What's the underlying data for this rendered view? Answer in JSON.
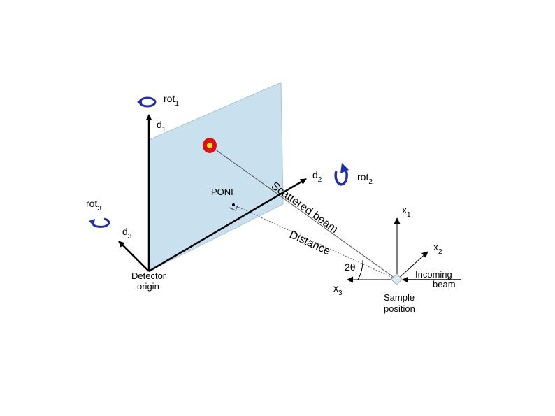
{
  "colors": {
    "detector_fill": "#c9e0ee",
    "detector_edge": "#a8c4d6",
    "rotation_arrow": "#1f2fae",
    "spot_outer": "#e01010",
    "spot_inner": "#f2e230",
    "axis": "#000000",
    "beam": "#444444",
    "sample": "#9ab0c8"
  },
  "labels": {
    "rot1": {
      "main": "rot",
      "sub": "1"
    },
    "rot2": {
      "main": "rot",
      "sub": "2"
    },
    "rot3": {
      "main": "rot",
      "sub": "3"
    },
    "d1": {
      "main": "d",
      "sub": "1"
    },
    "d2": {
      "main": "d",
      "sub": "2"
    },
    "d3": {
      "main": "d",
      "sub": "3"
    },
    "x1": {
      "main": "x",
      "sub": "1"
    },
    "x2": {
      "main": "x",
      "sub": "2"
    },
    "x3": {
      "main": "x",
      "sub": "3"
    },
    "poni": "PONI",
    "scattered_beam": "Scattered beam",
    "distance": "Distance",
    "two_theta": "2θ",
    "detector_origin": [
      "Detector",
      "origin"
    ],
    "incoming_beam": [
      "Incoming",
      "beam"
    ],
    "sample_position": [
      "Sample",
      "position"
    ]
  },
  "icons": {
    "rot1": "rotation-arrow-icon",
    "rot2": "rotation-arrow-icon",
    "rot3": "rotation-arrow-icon",
    "spot": "diffraction-spot-icon",
    "sample": "sample-crystal-icon"
  }
}
